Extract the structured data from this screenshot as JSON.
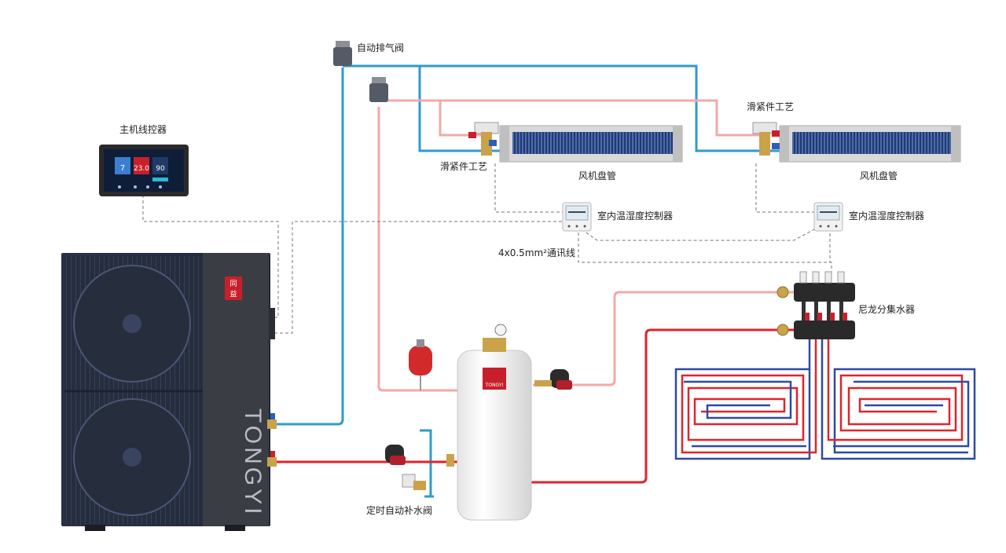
{
  "labels": {
    "air_vent": "自动排气阀",
    "controller": "主机线控器",
    "slip_fit_left": "滑紧件工艺",
    "slip_fit_right": "滑紧件工艺",
    "fan_coil_left": "风机盘管",
    "fan_coil_right": "风机盘管",
    "thermostat_left": "室内温湿度控制器",
    "thermostat_right": "室内温湿度控制器",
    "comm_wire": "4x0.5mm²通讯线",
    "manifold": "尼龙分集水器",
    "refill_valve": "定时自动补水阀"
  },
  "brand": {
    "logo_char": "同\n益",
    "name_vertical": "TONGYI",
    "tank_brand": "TONGYI"
  },
  "controller_screen": {
    "tile1": "7",
    "tile2": "23.0",
    "tile3": "90"
  },
  "colors": {
    "hot_pipe": "#e0242a",
    "hot_return_pipe": "#f2a9a9",
    "cold_pipe": "#2e9bd1",
    "heat_pump_body": "#2b3346",
    "heat_pump_panel": "#3a3d44",
    "logo_red": "#c8202b",
    "wire": "#777777"
  }
}
